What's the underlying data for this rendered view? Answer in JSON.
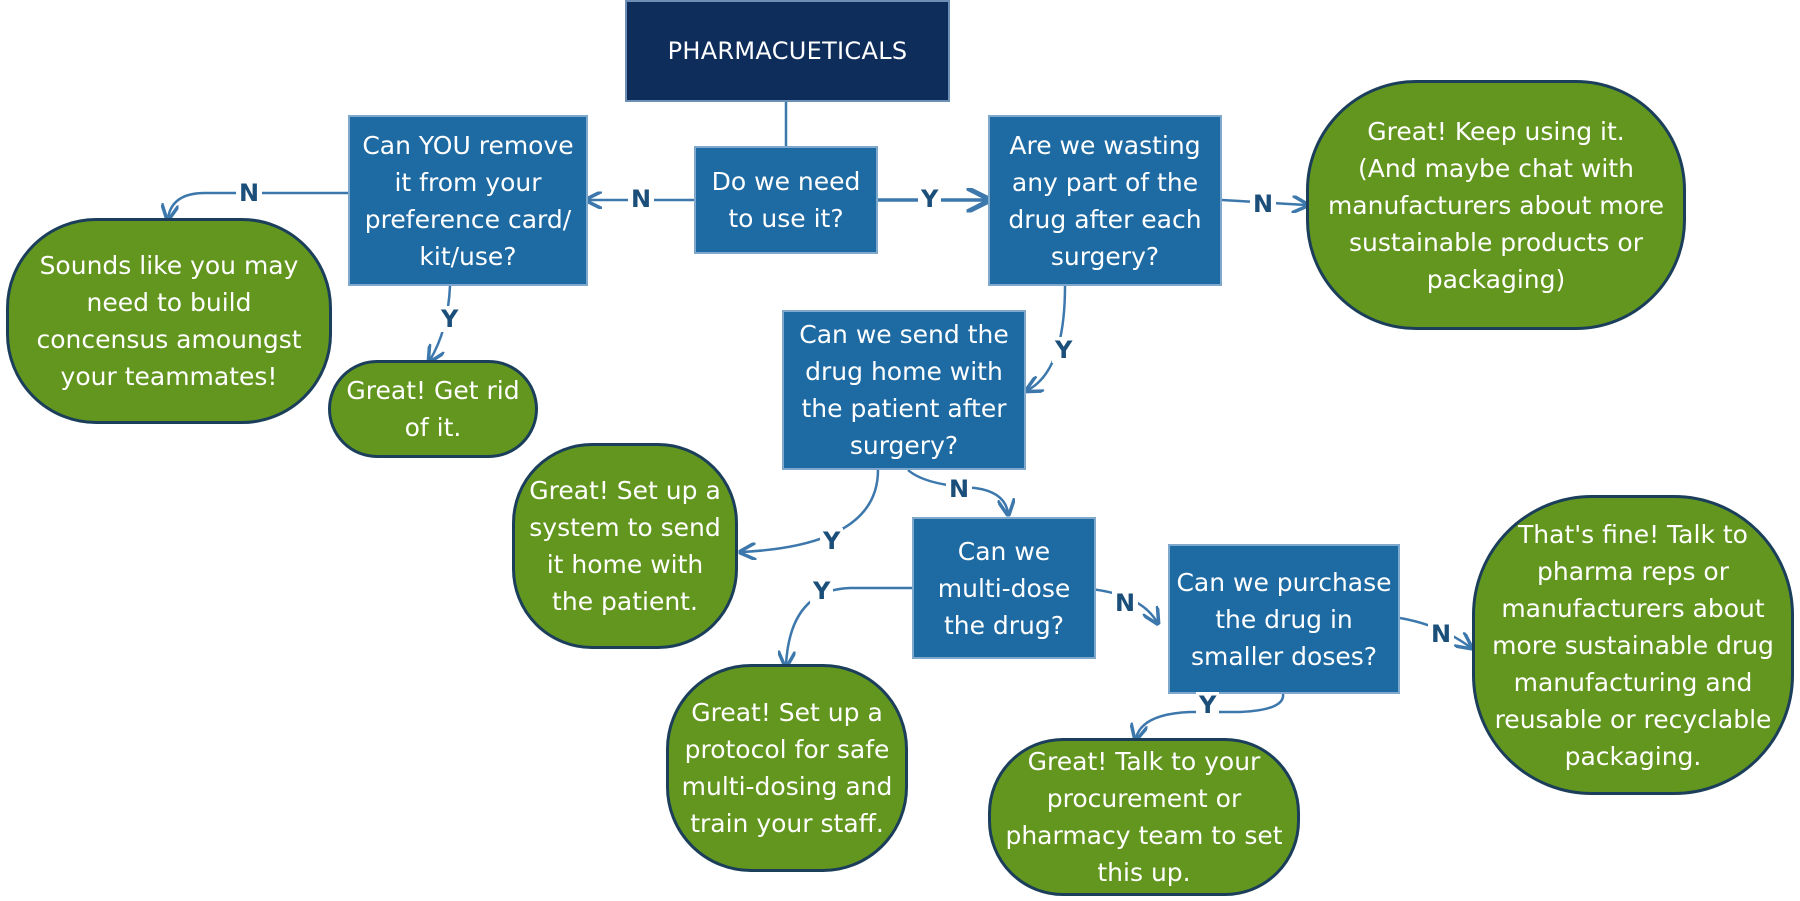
{
  "title": "PHARMACUETICALS",
  "questions": {
    "need": "Do we need\nto use it?",
    "remove": "Can YOU remove\nit from your\npreference card/\nkit/use?",
    "wasting": "Are we wasting\nany part of the\ndrug after each\nsurgery?",
    "send_home": "Can we send the\ndrug home with\nthe patient after\nsurgery?",
    "multidose": "Can we\nmulti-dose\nthe drug?",
    "smaller": "Can we purchase\nthe drug in\nsmaller doses?"
  },
  "outcomes": {
    "keep_using": "Great! Keep using it.\n(And maybe chat with\nmanufacturers about more\nsustainable products or\npackaging)",
    "consensus": "Sounds like you may\nneed to build\nconcensus amoungst\nyour teammates!",
    "get_rid": "Great! Get rid\nof it.",
    "send_home_system": "Great! Set up a\nsystem to send\nit home with\nthe patient.",
    "protocol": "Great! Set up a\nprotocol for safe\nmulti-dosing and\ntrain your staff.",
    "procurement": "Great! Talk to your\nprocurement or\npharmacy team to set\nthis up.",
    "pharma_reps": "That's fine! Talk to\npharma reps or\nmanufacturers about\nmore sustainable drug\nmanufacturing and\nreusable or recyclable\npackaging."
  },
  "edge_labels": {
    "need_yes": "Y",
    "need_no": "N",
    "remove_no": "N",
    "remove_yes": "Y",
    "wasting_no": "N",
    "wasting_yes": "Y",
    "send_home_yes": "Y",
    "send_home_no": "N",
    "multidose_yes": "Y",
    "multidose_no": "N",
    "smaller_no": "N",
    "smaller_yes": "Y"
  },
  "colors": {
    "title_fill": "#0e2d5b",
    "question_fill": "#1e6aa3",
    "outcome_fill": "#62961f",
    "outcome_border": "#1b3e5b",
    "connector": "#3d78ad",
    "label_text": "#1b4f7a"
  }
}
